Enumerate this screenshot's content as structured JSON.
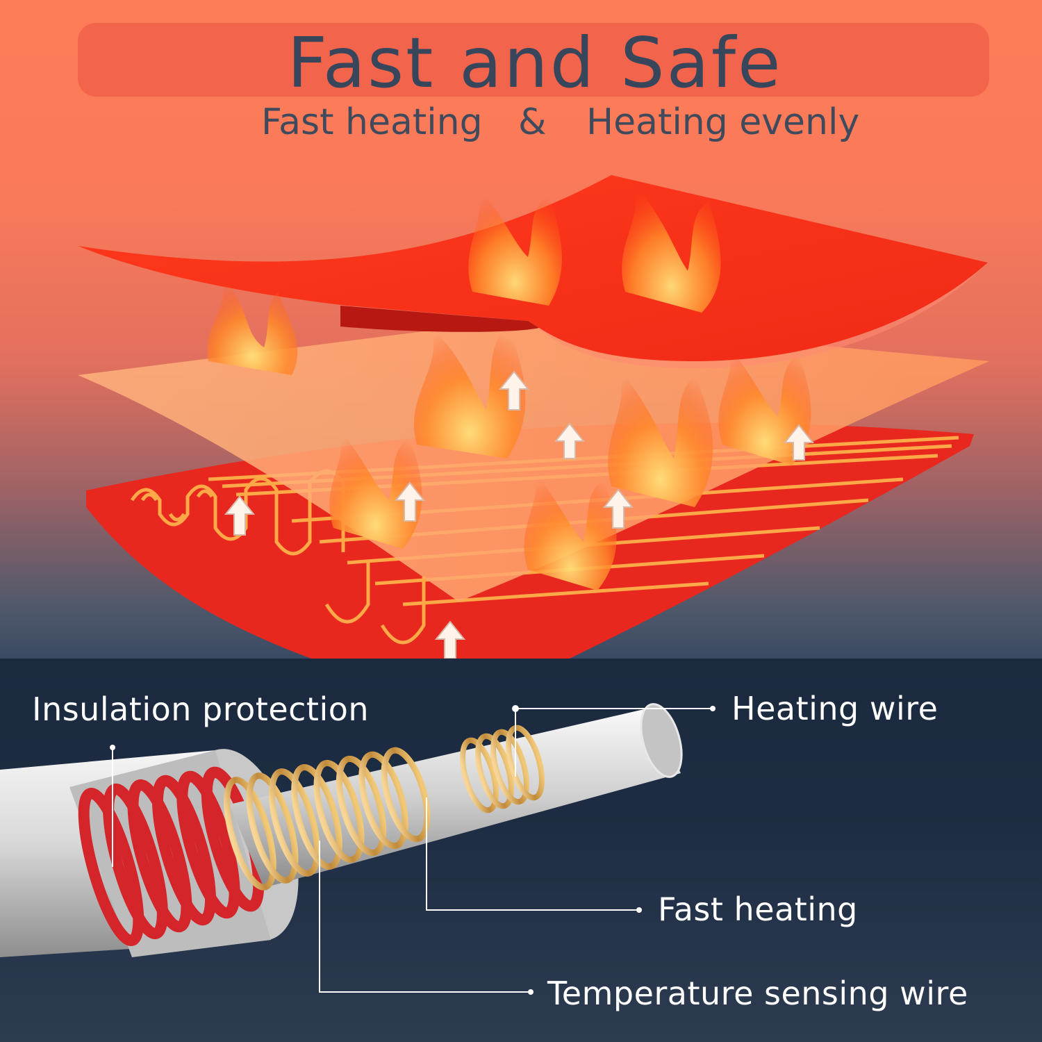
{
  "header": {
    "title": "Fast and Safe",
    "subtitle_left": "Fast heating",
    "subtitle_amp": "&",
    "subtitle_right": "Heating evenly"
  },
  "callouts": {
    "insulation": "Insulation protection",
    "heating_wire": "Heating wire",
    "fast_heating": "Fast heating",
    "temperature_wire": "Temperature sensing wire"
  },
  "colors": {
    "top_layer": "#f9331a",
    "middle_layer": "#ffa06a",
    "bottom_layer": "#e8281f",
    "title_text": "#38465c",
    "label_text": "#ffffff"
  },
  "icons": [
    "flame-icon",
    "up-arrow-icon",
    "cable-icon"
  ]
}
